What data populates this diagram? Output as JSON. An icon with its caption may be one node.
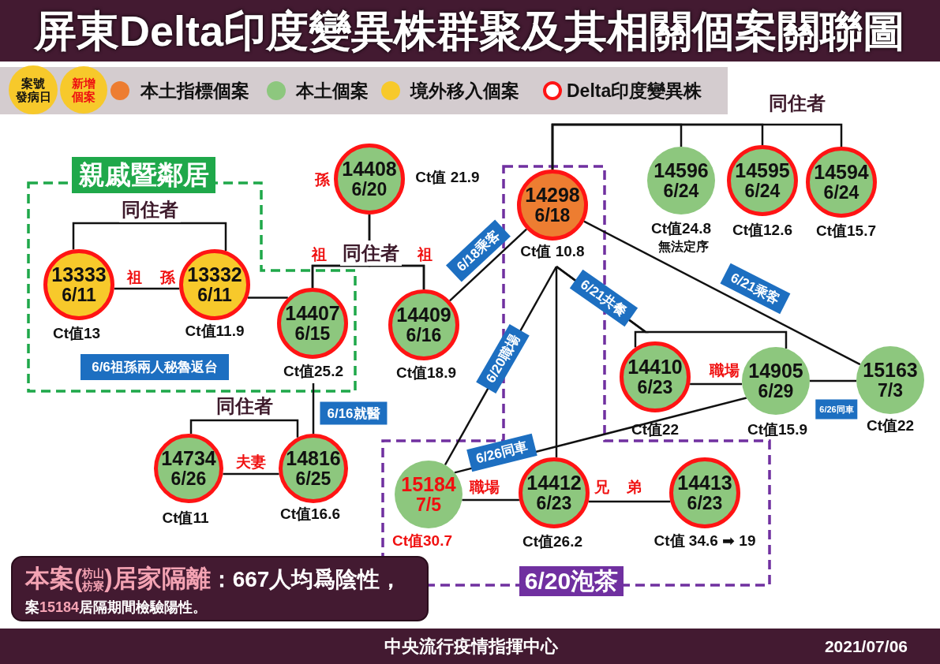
{
  "diagram": {
    "title": "屏東Delta印度變異株群聚及其相關個案關聯圖",
    "nodes": [
      {
        "text": [
          "案號",
          "發病日"
        ]
      },
      {
        "text": [
          "新增個案"
        ]
      },
      {
        "text": [
          "親戚暨鄰居"
        ]
      },
      {
        "text": [
          "13333",
          "6/11"
        ],
        "beside": [
          "祖",
          "Ct值13"
        ],
        "in": 2
      },
      {
        "text": [
          "13332",
          "6/11"
        ],
        "beside": [
          "孫",
          "Ct值11.9"
        ],
        "in": 2
      },
      {
        "text": [
          "14407",
          "6/15"
        ],
        "beside": [
          "祖",
          "Ct值25.2"
        ],
        "in": 2
      },
      {
        "text": [
          "6/6祖孫兩人秘魯返台"
        ],
        "in": 2
      },
      {
        "text": [
          "14408",
          "6/20"
        ],
        "beside": [
          "孫",
          "Ct值 21.9"
        ]
      },
      {
        "text": [
          "14409",
          "6/16"
        ],
        "beside": [
          "祖",
          "Ct值18.9"
        ]
      },
      {
        "text": [
          "6/20泡茶"
        ]
      },
      {
        "text": [
          "14298",
          "6/18"
        ],
        "beside": [
          "Ct值 10.8"
        ],
        "in": 9
      },
      {
        "text": [
          "14596",
          "6/24"
        ],
        "beside": [
          "Ct值24.8",
          "無法定序"
        ]
      },
      {
        "text": [
          "14595",
          "6/24"
        ],
        "beside": [
          "Ct值12.6"
        ]
      },
      {
        "text": [
          "14594",
          "6/24"
        ],
        "beside": [
          "Ct值15.7"
        ]
      },
      {
        "text": [
          "14410",
          "6/23"
        ],
        "beside": [
          "Ct值22"
        ]
      },
      {
        "text": [
          "14905",
          "6/29"
        ],
        "beside": [
          "Ct值15.9"
        ]
      },
      {
        "text": [
          "15163",
          "7/3"
        ],
        "beside": [
          "Ct值22"
        ]
      },
      {
        "text": [
          "14734",
          "6/26"
        ],
        "beside": [
          "Ct值11"
        ]
      },
      {
        "text": [
          "14816",
          "6/25"
        ],
        "beside": [
          "Ct值16.6"
        ]
      },
      {
        "text": [
          "15184",
          "7/5"
        ],
        "beside": [
          "Ct值30.7"
        ],
        "in": 9
      },
      {
        "text": [
          "14412",
          "6/23"
        ],
        "beside": [
          "兄",
          "Ct值26.2"
        ],
        "in": 9
      },
      {
        "text": [
          "14413",
          "6/23"
        ],
        "beside": [
          "弟",
          "Ct值 34.6 ➡ 19"
        ],
        "in": 9
      },
      {
        "text": [
          "**本案(**$^{枋山}$$_{枋寮}$**)居家隔離**：667人均爲陰性，",
          "案**15184**居隔期間檢驗陽性。"
        ]
      }
    ],
    "edges": [
      {
        "from": 3,
        "to": 4,
        "arrow": "none",
        "label": "同住者"
      },
      {
        "from": 3,
        "to": 4,
        "arrow": "none"
      },
      {
        "from": 4,
        "to": 5,
        "arrow": "none"
      },
      {
        "from": 5,
        "to": 8,
        "arrow": "none",
        "label": "同住者"
      },
      {
        "from": 7,
        "to": 5,
        "arrow": "none"
      },
      {
        "from": 7,
        "to": 8,
        "arrow": "none"
      },
      {
        "from": 8,
        "to": 10,
        "arrow": "none",
        "label": "6/18乘客"
      },
      {
        "from": 10,
        "to": 11,
        "arrow": "none"
      },
      {
        "from": 10,
        "to": 12,
        "arrow": "none"
      },
      {
        "from": 10,
        "to": 13,
        "arrow": "none",
        "label": "同住者"
      },
      {
        "from": 10,
        "to": 16,
        "arrow": "none",
        "label": "6/21乘客"
      },
      {
        "from": 10,
        "to": 19,
        "arrow": "none",
        "label": "6/20職場"
      },
      {
        "from": 10,
        "to": 20,
        "arrow": "none"
      },
      {
        "from": 10,
        "to": 14,
        "arrow": "none",
        "label": "6/21共餐"
      },
      {
        "from": 10,
        "to": 15,
        "arrow": "none"
      },
      {
        "from": 14,
        "to": 15,
        "arrow": "none",
        "label": "職場"
      },
      {
        "from": 15,
        "to": 16,
        "arrow": "none",
        "label": "6/26同車"
      },
      {
        "from": 19,
        "to": 15,
        "arrow": "none",
        "label": "6/26同車"
      },
      {
        "from": 5,
        "to": 18,
        "arrow": "none",
        "label": "6/16就醫"
      },
      {
        "from": 17,
        "to": 18,
        "arrow": "none",
        "label": "同住者"
      },
      {
        "from": 17,
        "to": 18,
        "arrow": "none",
        "label": "夫妻"
      },
      {
        "from": 19,
        "to": 20,
        "arrow": "none",
        "label": "職場"
      },
      {
        "from": 20,
        "to": 21,
        "arrow": "none"
      }
    ],
    "labels": [
      "中央流行疫情指揮中心",
      "2021/07/06"
    ],
    "legend": [
      {
        "text": "本土指標個案",
        "color": "#ed7d31"
      },
      {
        "text": "本土個案",
        "color": "#8dc77e"
      },
      {
        "text": "境外移入個案",
        "color": "#f7c92b"
      },
      {
        "text": "Delta印度變異株"
      }
    ]
  }
}
